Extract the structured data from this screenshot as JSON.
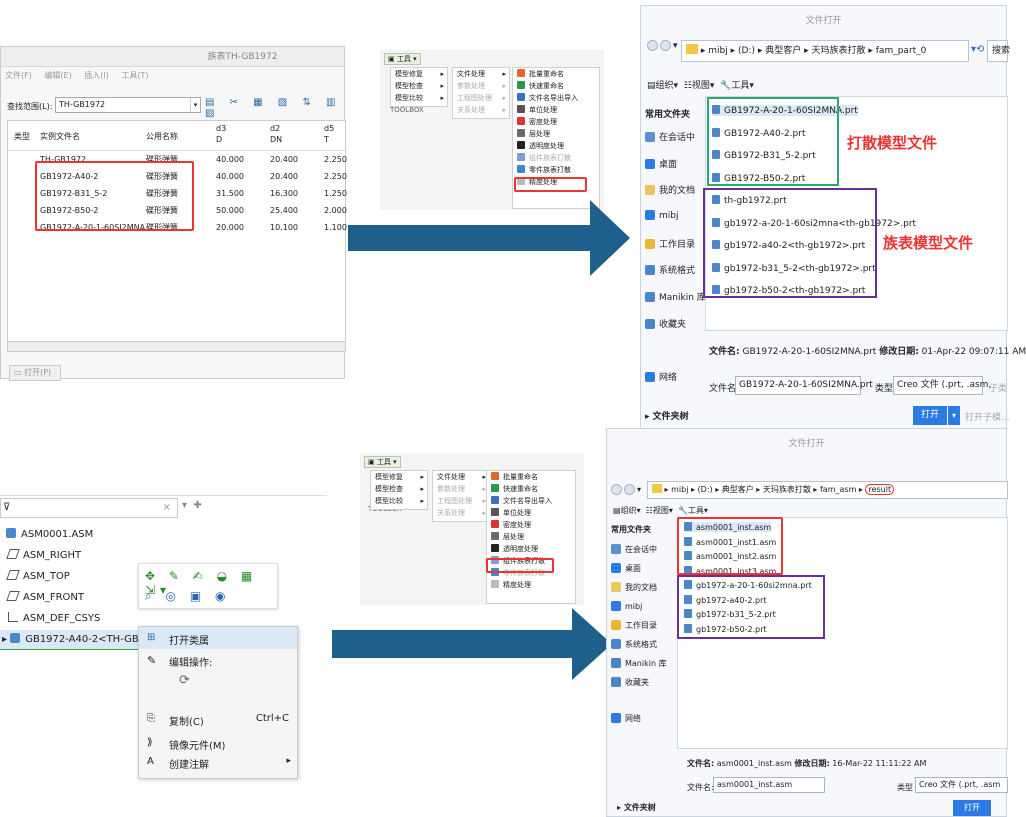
{
  "family_window": {
    "title": "族表TH-GB1972",
    "menus": [
      "文件(F)",
      "编辑(E)",
      "插入(I)",
      "工具(T)"
    ],
    "scope_label": "查找范围(L):",
    "scope_value": "TH-GB1972",
    "columns": [
      {
        "name": "类型",
        "sub": ""
      },
      {
        "name": "实例文件名",
        "sub": ""
      },
      {
        "name": "公用名称",
        "sub": ""
      },
      {
        "name": "d3",
        "sub": "D"
      },
      {
        "name": "d2",
        "sub": "DN"
      },
      {
        "name": "d5",
        "sub": "T"
      }
    ],
    "rows": [
      {
        "file": "TH-GB1972",
        "common": "碟形弹簧",
        "d3": "40.000",
        "d2": "20.400",
        "d5": "2.250"
      },
      {
        "file": "GB1972-A40-2",
        "common": "碟形弹簧",
        "d3": "40.000",
        "d2": "20.400",
        "d5": "2.250"
      },
      {
        "file": "GB1972-B31_5-2",
        "common": "碟形弹簧",
        "d3": "31.500",
        "d2": "16.300",
        "d5": "1.250"
      },
      {
        "file": "GB1972-B50-2",
        "common": "碟形弹簧",
        "d3": "50.000",
        "d2": "25.400",
        "d5": "2.000"
      },
      {
        "file": "GB1972-A-20-1-60SI2MNA",
        "common": "碟形弹簧",
        "d3": "20.000",
        "d2": "10.100",
        "d5": "1.100"
      }
    ],
    "open_button": "打开(P)"
  },
  "tools_menu_top": {
    "button": "工具",
    "col1": [
      "模型修复",
      "模型检查",
      "模型比较"
    ],
    "col2": [
      "文件处理",
      "参数处理",
      "工程图处理",
      "关系处理"
    ],
    "col3": [
      "批量重命名",
      "快速重命名",
      "文件名导出导入",
      "单位处理",
      "密度处理",
      "层处理",
      "透明度处理",
      "组件族表打散",
      "零件族表打散",
      "精度处理"
    ],
    "toolbox": "TOOLBOX"
  },
  "tools_menu_bottom": {
    "button": "工具",
    "col1": [
      "模型修复",
      "模型检查",
      "模型比较"
    ],
    "col2": [
      "文件处理",
      "参数处理",
      "工程图处理",
      "关系处理"
    ],
    "col3": [
      "批量重命名",
      "快速重命名",
      "文件名导出导入",
      "单位处理",
      "密度处理",
      "层处理",
      "透明度处理",
      "组件族表打散",
      "零件族表打散",
      "精度处理"
    ],
    "toolbox": "TOOLBOX"
  },
  "dialog_top": {
    "title": "文件打开",
    "path": [
      "mibj",
      "(D:)",
      "典型客户",
      "天玛族表打散",
      "fam_part_0"
    ],
    "search_label": "搜索",
    "toolbar": [
      "组织",
      "视图",
      "工具"
    ],
    "side": [
      "常用文件夹",
      "在会话中",
      "桌面",
      "我的文档",
      "mibj",
      "工作目录",
      "系统格式",
      "Manikin 库",
      "收藏夹",
      "网络",
      "文件夹树"
    ],
    "files": [
      "GB1972-A-20-1-60SI2MNA.prt",
      "GB1972-A40-2.prt",
      "GB1972-B31_5-2.prt",
      "GB1972-B50-2.prt",
      "th-gb1972.prt",
      "gb1972-a-20-1-60si2mna<th-gb1972>.prt",
      "gb1972-a40-2<th-gb1972>.prt",
      "gb1972-b31_5-2<th-gb1972>.prt",
      "gb1972-b50-2<th-gb1972>.prt"
    ],
    "label_green": "打散模型文件",
    "label_purple": "族表模型文件",
    "info_name_label": "文件名:",
    "info_name": "GB1972-A-20-1-60SI2MNA.prt",
    "info_date_label": "修改日期:",
    "info_date": "01-Apr-22 09:07:11 AM",
    "filename_label": "文件名:",
    "filename_value": "GB1972-A-20-1-60SI2MNA.prt",
    "type_label": "类型",
    "type_value": "Creo 文件 (.prt, .asm,",
    "type_extra": "子类",
    "open_button": "打开",
    "open_sub": "打开子模..."
  },
  "dialog_bottom": {
    "title": "文件打开",
    "path": [
      "mibj",
      "(D:)",
      "典型客户",
      "天玛族表打散",
      "fam_asm",
      "result"
    ],
    "toolbar": [
      "组织",
      "视图",
      "工具"
    ],
    "side": [
      "常用文件夹",
      "在会话中",
      "桌面",
      "我的文档",
      "mibj",
      "工作目录",
      "系统格式",
      "Manikin 库",
      "收藏夹",
      "网络",
      "文件夹树"
    ],
    "files": [
      "asm0001_inst.asm",
      "asm0001_inst1.asm",
      "asm0001_inst2.asm",
      "asm0001_inst3.asm",
      "gb1972-a-20-1-60si2mna.prt",
      "gb1972-a40-2.prt",
      "gb1972-b31_5-2.prt",
      "gb1972-b50-2.prt"
    ],
    "info_name_label": "文件名:",
    "info_name": "asm0001_inst.asm",
    "info_date_label": "修改日期:",
    "info_date": "16-Mar-22 11:11:22 AM",
    "filename_label": "文件名:",
    "filename_value": "asm0001_inst.asm",
    "type_label": "类型",
    "type_value": "Creo 文件 (.prt, .asm",
    "open_button": "打开"
  },
  "model_tree": {
    "items": [
      "ASM0001.ASM",
      "ASM_RIGHT",
      "ASM_TOP",
      "ASM_FRONT",
      "ASM_DEF_CSYS",
      "GB1972-A40-2<TH-GB"
    ],
    "context_menu": [
      "打开类属",
      "编辑操作:",
      "复制(C)",
      "镜像元件(M)",
      "创建注解"
    ],
    "copy_shortcut": "Ctrl+C"
  },
  "colors": {
    "red": "#e33333",
    "green": "#2aa876",
    "purple": "#6a2d9a",
    "arrow": "#1f5f8b",
    "blue": "#2c7be5"
  }
}
